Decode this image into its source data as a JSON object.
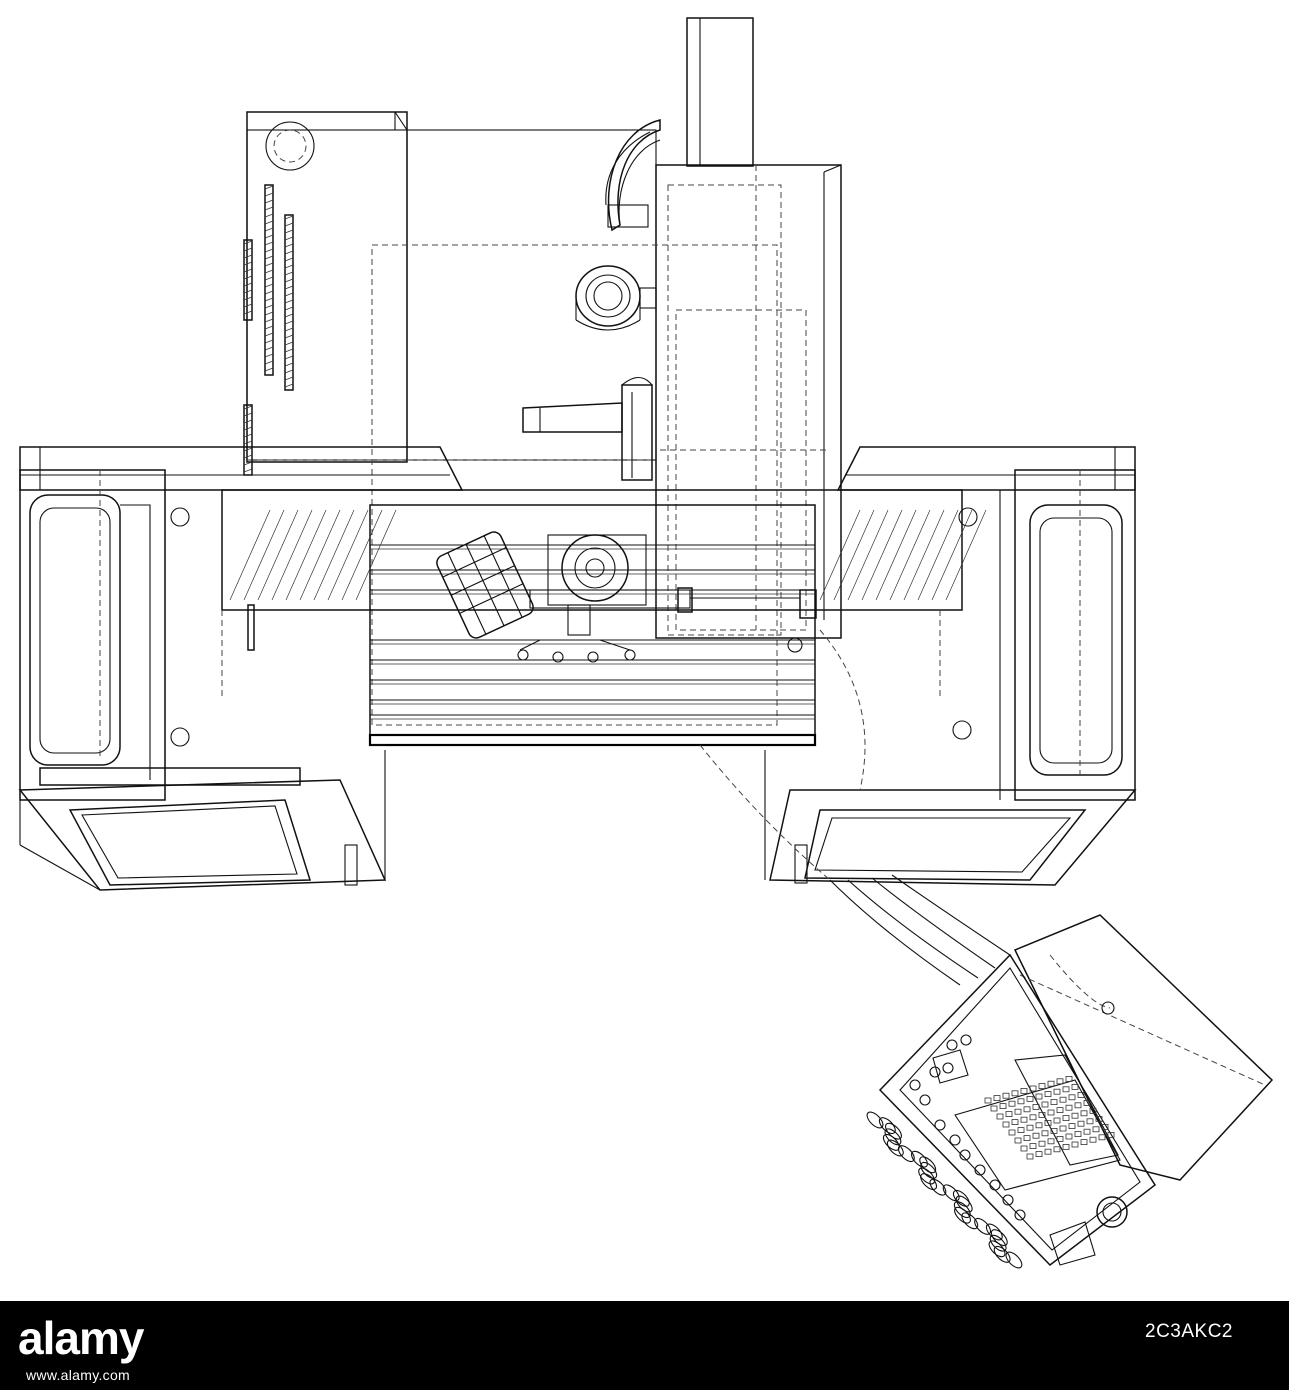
{
  "footer": {
    "brand": "alamy",
    "stock_id": "2C3AKC2",
    "site": "www.alamy.com"
  },
  "colors": {
    "background": "#ffffff",
    "linework": "#111111",
    "footer_bg": "#000000",
    "footer_text": "#ffffff"
  }
}
